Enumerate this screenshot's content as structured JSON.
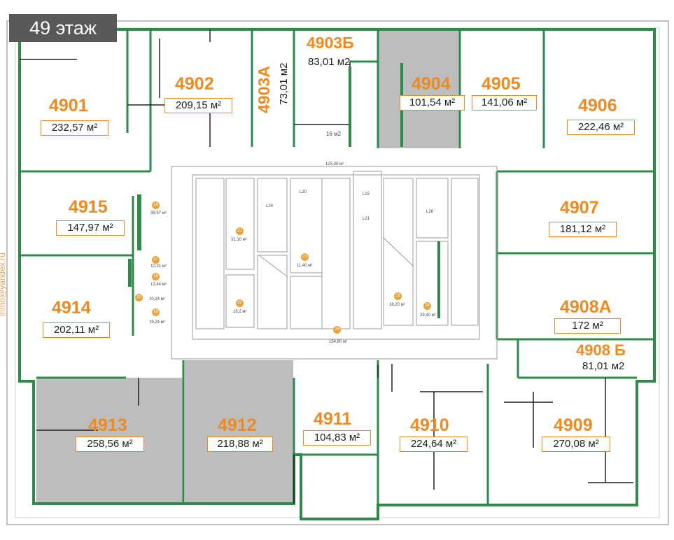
{
  "floor_label": "49 этаж",
  "units": [
    {
      "id": "4901",
      "area": "232,57 м²"
    },
    {
      "id": "4902",
      "area": "209,15 м²"
    },
    {
      "id": "4903А",
      "area": "73,01 м2"
    },
    {
      "id": "4903Б",
      "area": "83,01 м2"
    },
    {
      "id": "4904",
      "area": "101,54 м²"
    },
    {
      "id": "4905",
      "area": "141,06 м²"
    },
    {
      "id": "4906",
      "area": "222,46 м²"
    },
    {
      "id": "4907",
      "area": "181,12 м²"
    },
    {
      "id": "4908А",
      "area": "172 м²"
    },
    {
      "id": "4908 Б",
      "area": "81,01 м2"
    },
    {
      "id": "4909",
      "area": "270,08 м²"
    },
    {
      "id": "4910",
      "area": "224,64 м²"
    },
    {
      "id": "4911",
      "area": "104,83 м²"
    },
    {
      "id": "4912",
      "area": "218,88 м²"
    },
    {
      "id": "4913",
      "area": "258,56 м²"
    },
    {
      "id": "4914",
      "area": "202,11 м²"
    },
    {
      "id": "4915",
      "area": "147,97 м²"
    }
  ],
  "small_room_area": "16 м2",
  "core_labels": [
    "123,30 м²",
    "31,10 м²",
    "11,40 м²",
    "18,2 м²",
    "18,20 м²",
    "29,40 м²",
    "154,80 м²",
    "39,97 м²",
    "10,31 м²",
    "13,44 м²",
    "10,24 м²",
    "19,24 м²",
    "L24",
    "L20",
    "L22",
    "L21",
    "L28"
  ],
  "core_numbers": [
    "16",
    "17",
    "18",
    "20",
    "19",
    "21",
    "22",
    "23",
    "24",
    "25",
    "26"
  ],
  "side_watermark": "inmo@yandex.ru",
  "colors": {
    "wall": "#2f8a4a",
    "label": "#ef8a21",
    "shaded": "#bdbdbd",
    "floor_tag_bg": "#595959"
  }
}
